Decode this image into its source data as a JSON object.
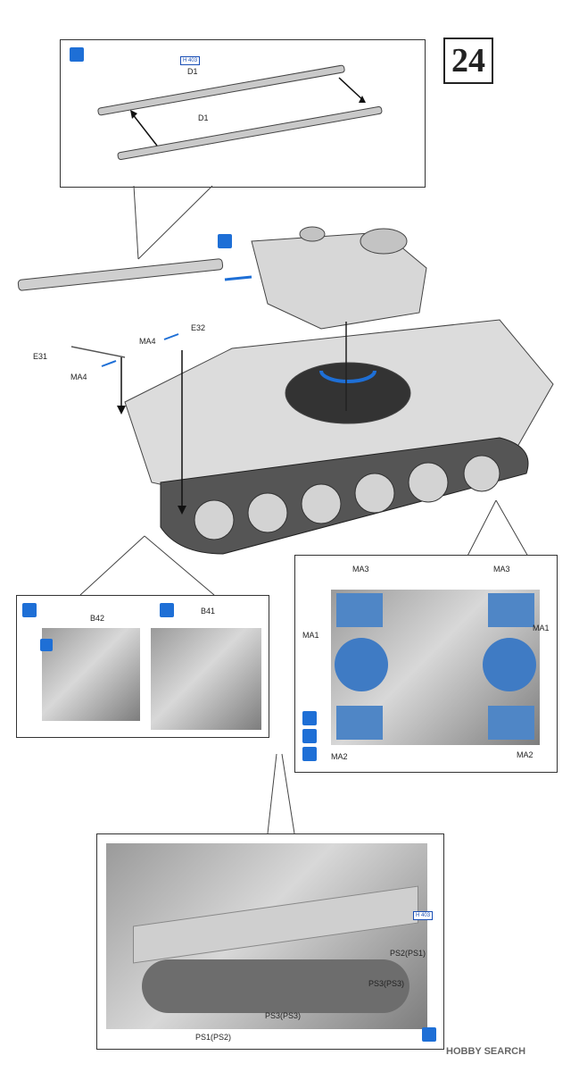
{
  "step": "24",
  "parts": {
    "d1_top": "D1",
    "d1_bottom": "D1",
    "ref_code": "403",
    "ref_prefix": "H",
    "e31": "E31",
    "e32": "E32",
    "ma4_left": "MA4",
    "ma4_right": "MA4",
    "b42": "B42",
    "b41": "B41",
    "ma3_left": "MA3",
    "ma3_right": "MA3",
    "ma1_left": "MA1",
    "ma1_right": "MA1",
    "ma2_left": "MA2",
    "ma2_right": "MA2",
    "ps2": "PS2(PS1)",
    "ps3_right": "PS3(PS3)",
    "ps3_left": "PS3(PS3)",
    "ps1": "PS1(PS2)"
  },
  "watermark": "HOBBY SEARCH",
  "colors": {
    "accent": "#1e6fd6",
    "line": "#333333"
  },
  "icons": [
    "cement-icon",
    "paint-icon",
    "rotate-icon",
    "sanding-icon"
  ]
}
